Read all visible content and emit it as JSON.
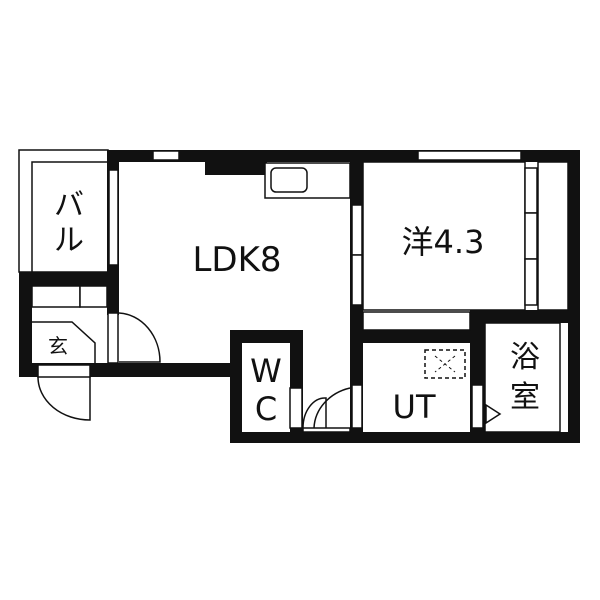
{
  "floor_plan": {
    "rooms": {
      "balcony": {
        "label_line1": "バ",
        "label_line2": "ル"
      },
      "ldk": {
        "label": "LDK8"
      },
      "western_room": {
        "label": "洋4.3"
      },
      "wc": {
        "label_line1": "W",
        "label_line2": "C"
      },
      "utility": {
        "label": "UT"
      },
      "bathroom": {
        "label_line1": "浴",
        "label_line2": "室"
      },
      "entrance": {
        "label": "玄"
      }
    },
    "colors": {
      "wall": "#111111",
      "background": "#ffffff"
    }
  }
}
